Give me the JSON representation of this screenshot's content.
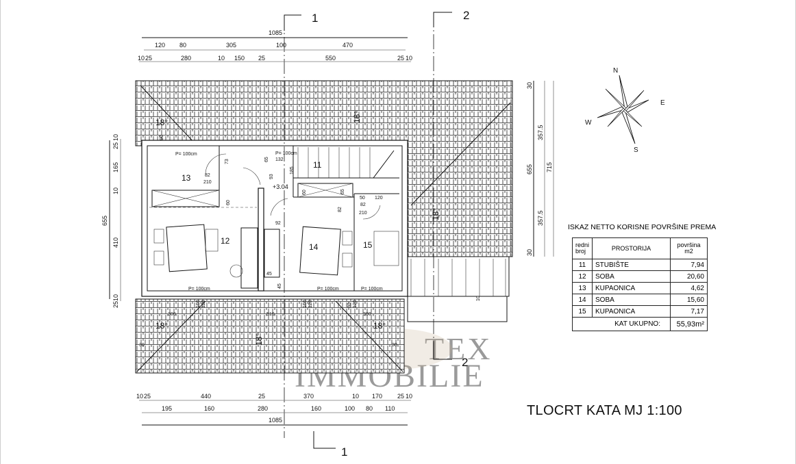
{
  "section_labels": {
    "s1_top": "1",
    "s1_bottom": "1",
    "s2_top": "2",
    "s2_bottom": "2"
  },
  "dims": {
    "top": {
      "total": "1085",
      "row2": [
        "120",
        "80",
        "305",
        "100",
        "470"
      ],
      "row3": [
        "10",
        "25",
        "280",
        "10",
        "150",
        "25",
        "550",
        "25",
        "10"
      ]
    },
    "bottom": {
      "row1": [
        "10",
        "25",
        "440",
        "25",
        "370",
        "10",
        "170",
        "25",
        "10"
      ],
      "row2": [
        "195",
        "160",
        "280",
        "160",
        "100",
        "80",
        "110"
      ],
      "total": "1085"
    },
    "left": {
      "total": "655",
      "parts": [
        "25",
        "10",
        "165",
        "10",
        "410",
        "10",
        "25"
      ]
    },
    "right": {
      "total": "655",
      "parts": [
        "30",
        "357.5",
        "357.5",
        "30"
      ],
      "overall": "715"
    }
  },
  "rooms": {
    "r11": "11",
    "r12": "12",
    "r13": "13",
    "r14": "14",
    "r15": "15"
  },
  "slope": "18°",
  "interior": {
    "window": "P= 100cm",
    "d73": "73",
    "d82": "82",
    "d210": "210",
    "d93": "93",
    "d185": "185",
    "level": "+3.04",
    "d60": "60",
    "d65": "65",
    "d132": "132",
    "d120": "120",
    "d50": "50",
    "d92": "92",
    "d45": "45",
    "d300": "300",
    "d510": "510",
    "d160": "160",
    "d80": "80",
    "d30": "30",
    "d90": "90",
    "d10": "10"
  },
  "compass": {
    "n": "N",
    "e": "E",
    "s": "S",
    "w": "W"
  },
  "table": {
    "title": "ISKAZ NETTO KORISNE POVRŠINE PREMA",
    "headers": {
      "no": "redni broj",
      "room": "PROSTORIJA",
      "area": "površina m2"
    },
    "rows": [
      {
        "no": "11",
        "room": "STUBIŠTE",
        "area": "7,94"
      },
      {
        "no": "12",
        "room": "SOBA",
        "area": "20,60"
      },
      {
        "no": "13",
        "room": "KUPAONICA",
        "area": "4,62"
      },
      {
        "no": "14",
        "room": "SOBA",
        "area": "15,60"
      },
      {
        "no": "15",
        "room": "KUPAONICA",
        "area": "7,17"
      }
    ],
    "total_label": "KAT UKUPNO:",
    "total_value": "55,93m²"
  },
  "title": "TLOCRT KATA MJ 1:100",
  "watermark": {
    "line1": "TEX",
    "line2": "IMMOBILIE"
  }
}
